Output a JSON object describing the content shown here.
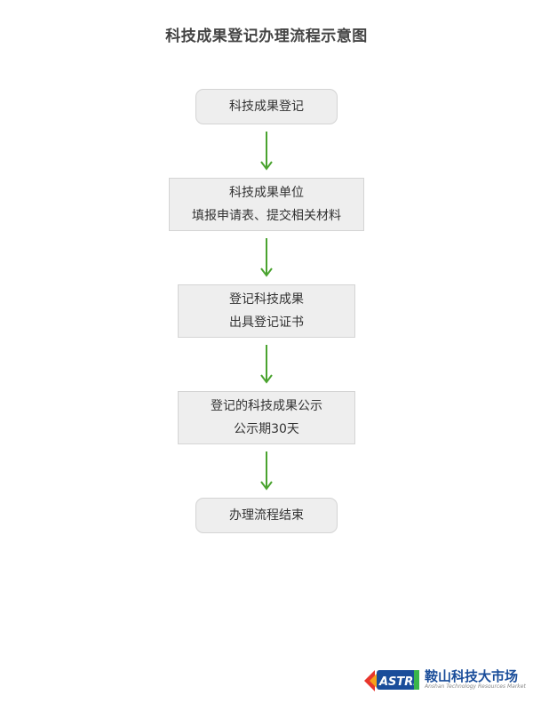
{
  "title": "科技成果登记办理流程示意图",
  "nodes": [
    {
      "lines": [
        "科技成果登记"
      ]
    },
    {
      "lines": [
        "科技成果单位",
        "填报申请表、提交相关材料"
      ]
    },
    {
      "lines": [
        "登记科技成果",
        "出具登记证书"
      ]
    },
    {
      "lines": [
        "登记的科技成果公示",
        "公示期30天"
      ]
    },
    {
      "lines": [
        "办理流程结束"
      ]
    }
  ],
  "logo": {
    "mark": "ASTRM",
    "name": "鞍山科技大市场",
    "tagline": "Anshan Technology Resources Market"
  },
  "colors": {
    "arrow": "#4aa32f",
    "node_fill": "#eeeeee",
    "node_border": "#d4d4d4",
    "logo_blue": "#1a4d9a"
  }
}
